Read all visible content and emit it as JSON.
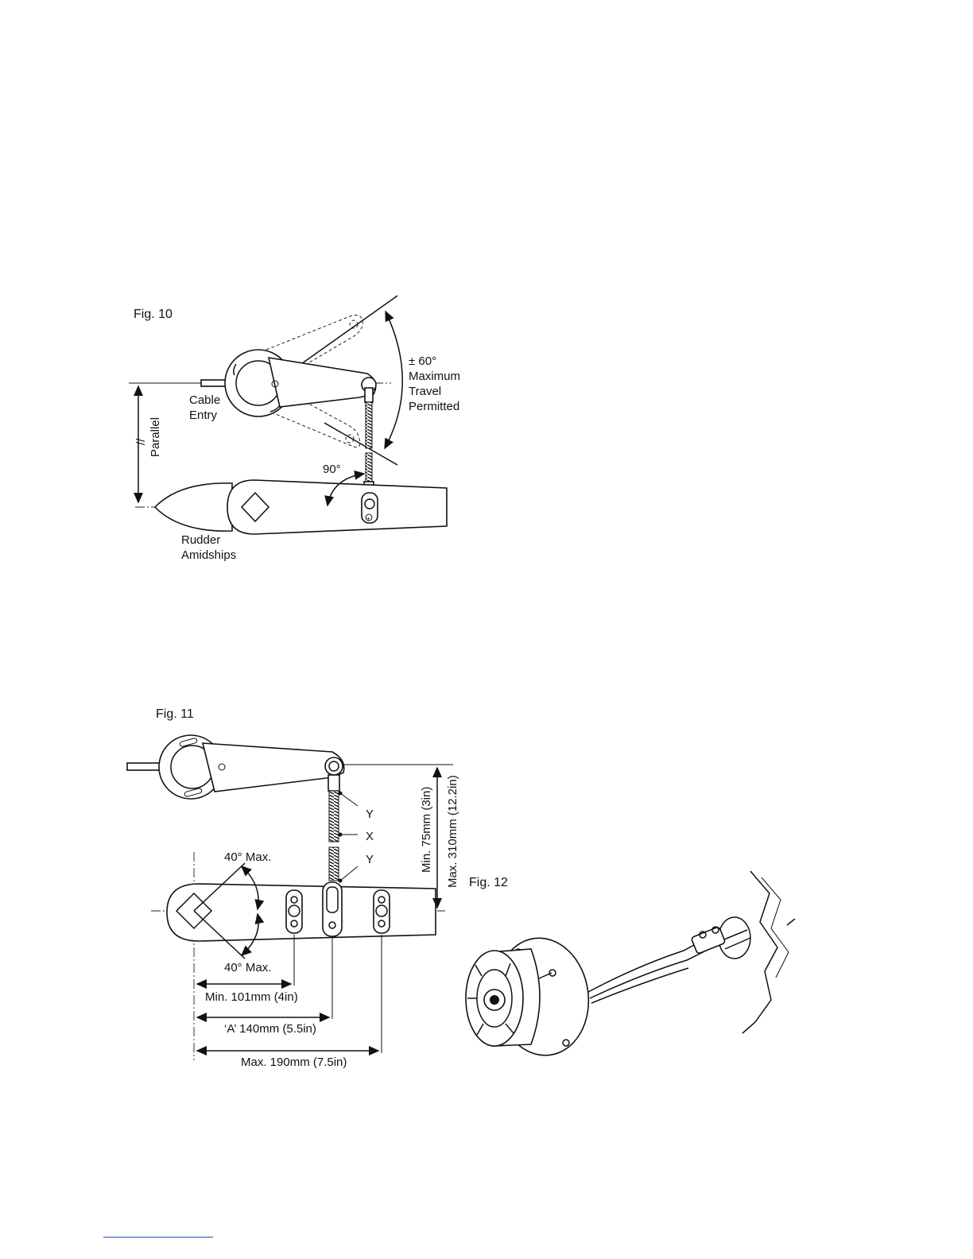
{
  "fig10": {
    "title": "Fig. 10",
    "travel_lines": [
      "± 60°",
      "Maximum",
      "Travel",
      "Permitted"
    ],
    "cable_entry_lines": [
      "Cable",
      "Entry"
    ],
    "parallel_mark": "//",
    "parallel_label": "Parallel",
    "angle_label": "90°",
    "rudder_lines": [
      "Rudder",
      "Amidships"
    ]
  },
  "fig11": {
    "title": "Fig. 11",
    "label_y_top": "Y",
    "label_x": "X",
    "label_y_bottom": "Y",
    "angle_top": "40° Max.",
    "angle_bottom": "40° Max.",
    "dim_min_a": "Min. 101mm (4in)",
    "dim_a": "‘A’ 140mm (5.5in)",
    "dim_max": "Max. 190mm (7.5in)",
    "vert_min": "Min. 75mm (3in)",
    "vert_max": "Max. 310mm (12.2in)"
  },
  "fig12": {
    "title": "Fig. 12"
  }
}
